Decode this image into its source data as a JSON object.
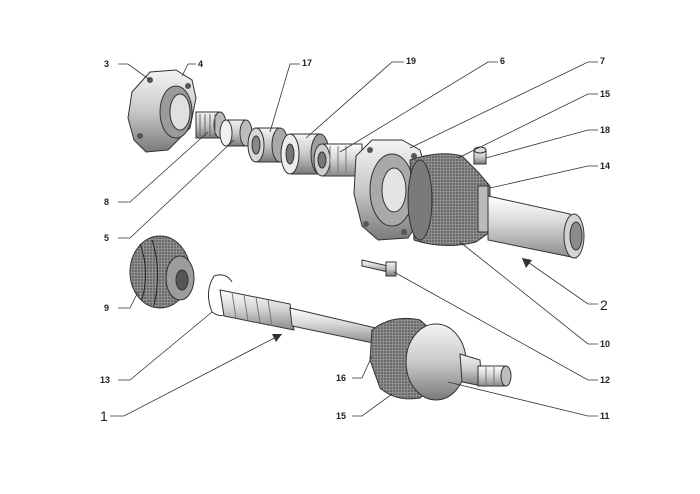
{
  "callouts": {
    "c3": "3",
    "c4": "4",
    "c17": "17",
    "c19": "19",
    "c6": "6",
    "c7": "7",
    "c15a": "15",
    "c18": "18",
    "c14": "14",
    "c8": "8",
    "c5": "5",
    "c2": "2",
    "c9": "9",
    "c10": "10",
    "c13": "13",
    "c12": "12",
    "c16": "16",
    "c1": "1",
    "c11": "11",
    "c15b": "15"
  },
  "colors": {
    "ink": "#333333",
    "shade": "#bdbdbd",
    "dark": "#6e6e6e",
    "light": "#e6e6e6"
  }
}
